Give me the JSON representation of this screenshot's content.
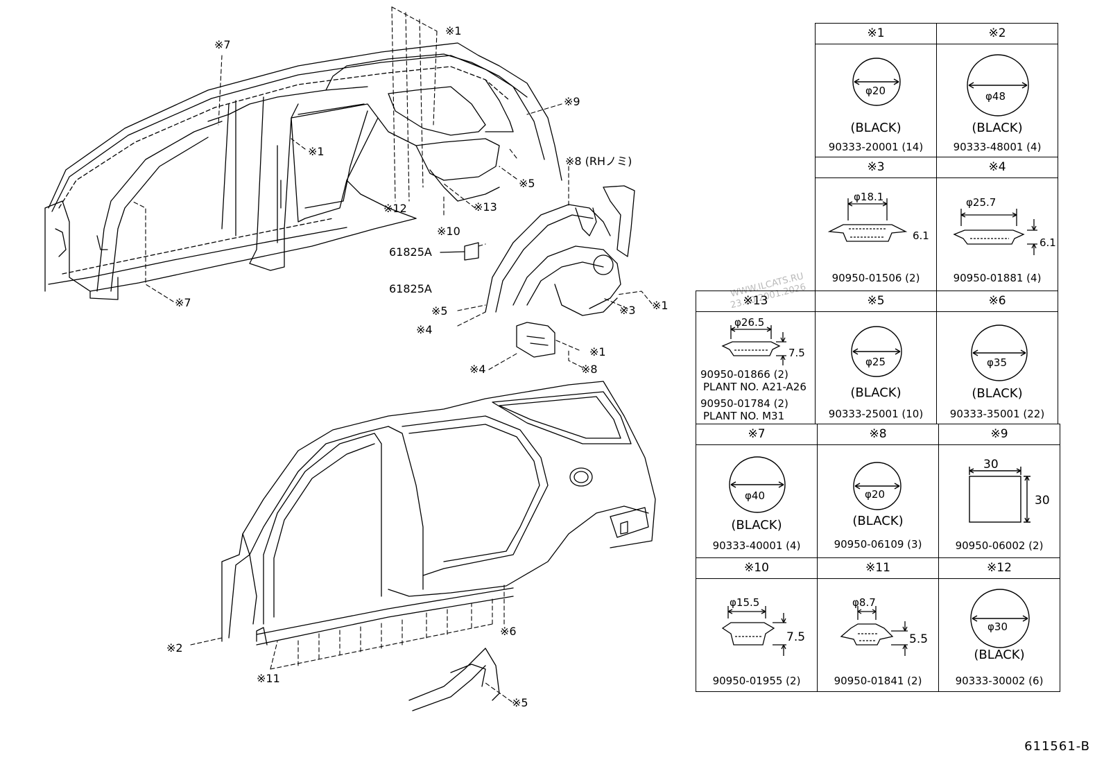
{
  "callouts": [
    {
      "id": "c7a",
      "text": "※7"
    },
    {
      "id": "c1a",
      "text": "※1"
    },
    {
      "id": "c1b",
      "text": "※1"
    },
    {
      "id": "c9",
      "text": "※9"
    },
    {
      "id": "c8rh",
      "text": "※8 (RHノミ)"
    },
    {
      "id": "c5a",
      "text": "※5"
    },
    {
      "id": "c12",
      "text": "※12"
    },
    {
      "id": "c13",
      "text": "※13"
    },
    {
      "id": "c10",
      "text": "※10"
    },
    {
      "id": "p61825a1",
      "text": "61825A"
    },
    {
      "id": "p61825a2",
      "text": "61825A"
    },
    {
      "id": "c7b",
      "text": "※7"
    },
    {
      "id": "c5b",
      "text": "※5"
    },
    {
      "id": "c3",
      "text": "※3"
    },
    {
      "id": "c1c",
      "text": "※1"
    },
    {
      "id": "c4a",
      "text": "※4"
    },
    {
      "id": "c1d",
      "text": "※1"
    },
    {
      "id": "c4b",
      "text": "※4"
    },
    {
      "id": "c8",
      "text": "※8"
    },
    {
      "id": "c6",
      "text": "※6"
    },
    {
      "id": "c2",
      "text": "※2"
    },
    {
      "id": "c11",
      "text": "※11"
    },
    {
      "id": "c5c",
      "text": "※5"
    }
  ],
  "table": [
    {
      "id": "t1",
      "head": "※1",
      "shape": "circle",
      "dia": "φ20",
      "color": "(BLACK)",
      "part": "90333-20001 (14)"
    },
    {
      "id": "t2",
      "head": "※2",
      "shape": "circle",
      "dia": "φ48",
      "color": "(BLACK)",
      "part": "90333-48001 (4)"
    },
    {
      "id": "t3",
      "head": "※3",
      "shape": "plug",
      "dia": "φ18.1",
      "h": "6.1",
      "part": "90950-01506 (2)"
    },
    {
      "id": "t4",
      "head": "※4",
      "shape": "plug",
      "dia": "φ25.7",
      "h": "6.1",
      "part": "90950-01881 (4)"
    },
    {
      "id": "t13",
      "head": "※13",
      "shape": "plug",
      "dia": "φ26.5",
      "h": "7.5",
      "part": "90950-01866 (2)",
      "plant1": "PLANT NO. A21-A26",
      "part2": "90950-01784 (2)",
      "plant2": "PLANT NO. M31"
    },
    {
      "id": "t5",
      "head": "※5",
      "shape": "circle",
      "dia": "φ25",
      "color": "(BLACK)",
      "part": "90333-25001 (10)"
    },
    {
      "id": "t6",
      "head": "※6",
      "shape": "circle",
      "dia": "φ35",
      "color": "(BLACK)",
      "part": "90333-35001 (22)"
    },
    {
      "id": "t7",
      "head": "※7",
      "shape": "circle",
      "dia": "φ40",
      "color": "(BLACK)",
      "part": "90333-40001 (4)"
    },
    {
      "id": "t8",
      "head": "※8",
      "shape": "circle",
      "dia": "φ20",
      "color": "(BLACK)",
      "part": "90950-06109 (3)"
    },
    {
      "id": "t9",
      "head": "※9",
      "shape": "square",
      "w": "30",
      "h": "30",
      "part": "90950-06002 (2)"
    },
    {
      "id": "t10",
      "head": "※10",
      "shape": "plug",
      "dia": "φ15.5",
      "h": "7.5",
      "part": "90950-01955 (2)"
    },
    {
      "id": "t11",
      "head": "※11",
      "shape": "plug",
      "dia": "φ8.7",
      "h": "5.5",
      "part": "90950-01841 (2)"
    },
    {
      "id": "t12",
      "head": "※12",
      "shape": "circle",
      "dia": "φ30",
      "color": "(BLACK)",
      "part": "90333-30002 (6)"
    }
  ],
  "watermark": {
    "line1": "WWW.ILCATS.RU",
    "line2": "23.10.2001.2026"
  },
  "reference": "611561-B"
}
